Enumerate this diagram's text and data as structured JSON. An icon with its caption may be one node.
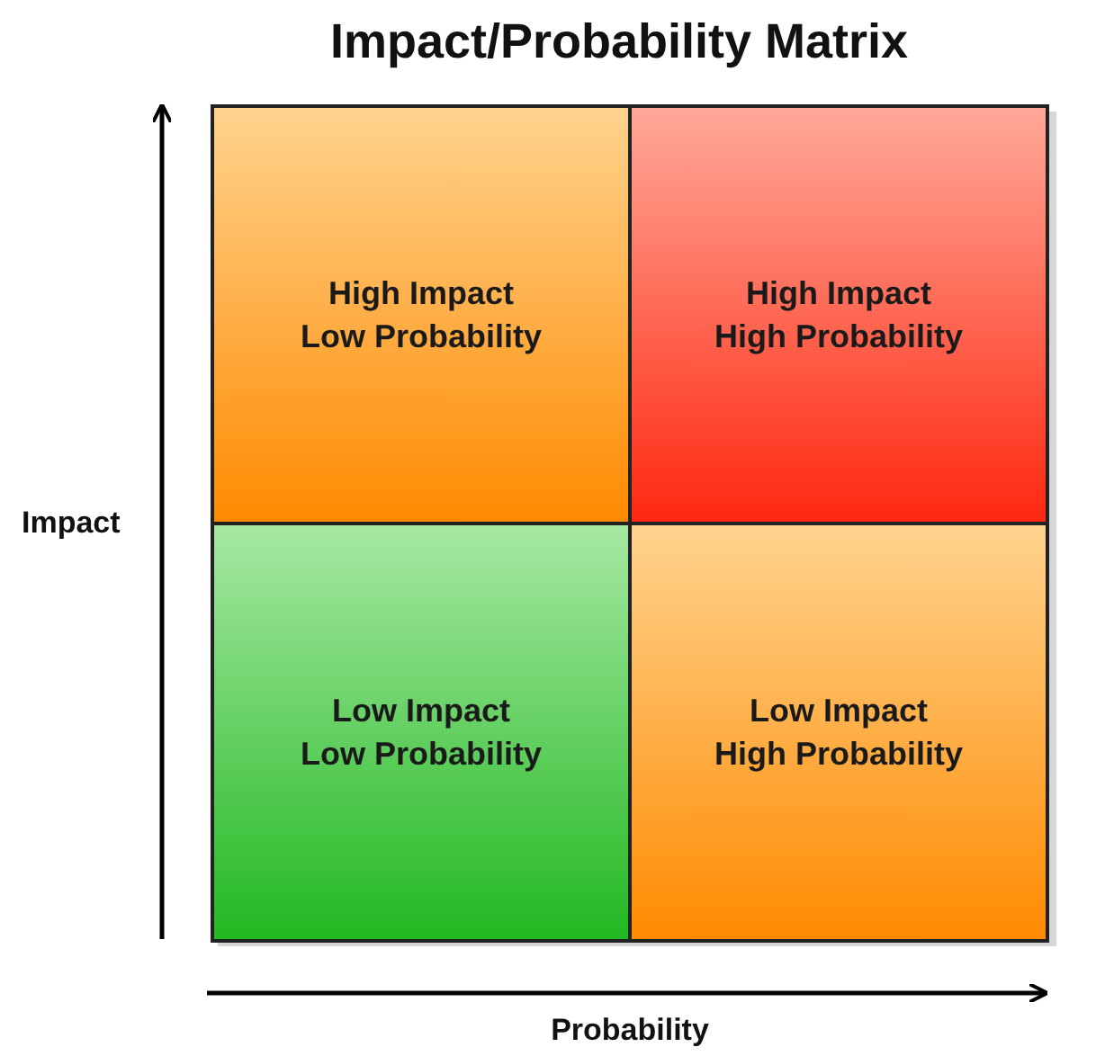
{
  "diagram": {
    "title": "Impact/Probability Matrix",
    "nodes": [
      {
        "text": [
          "High Impact Low Probability"
        ]
      },
      {
        "text": [
          "High Impact High Probability"
        ]
      },
      {
        "text": [
          "Low Impact Low Probability"
        ]
      },
      {
        "text": [
          "Low Impact High Probability"
        ]
      }
    ],
    "labels": [
      "Impact",
      "Probability"
    ]
  }
}
